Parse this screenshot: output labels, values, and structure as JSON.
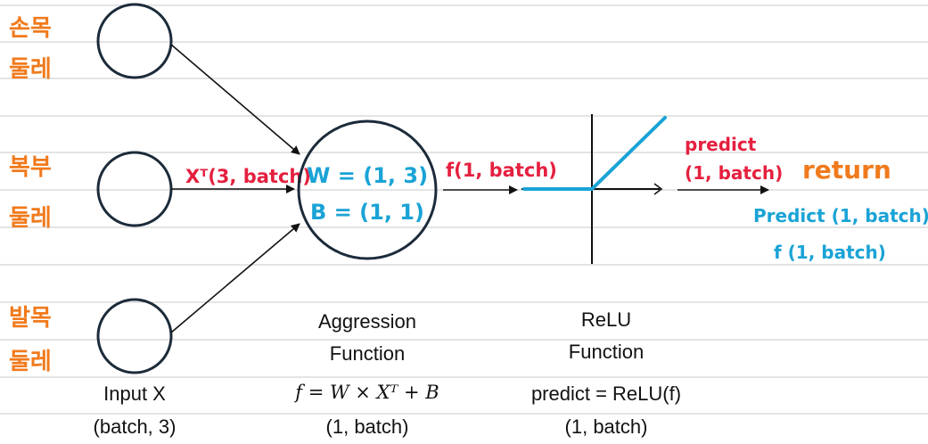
{
  "inputs": [
    {
      "label_line1": "손목",
      "label_line2": "둘레"
    },
    {
      "label_line1": "복부",
      "label_line2": "둘레"
    },
    {
      "label_line1": "발목",
      "label_line2": "둘레"
    }
  ],
  "edge_label_input": "Xᵀ(3, batch)",
  "aggregation_node": {
    "w_text": "W = (1, 3)",
    "b_text": "B = (1, 1)"
  },
  "edge_label_agg": "f(1, batch)",
  "output_label": {
    "line1": "predict",
    "line2": "(1, batch)"
  },
  "return_block": {
    "title": "return",
    "line1": "Predict (1, batch)",
    "line2": "f (1, batch)"
  },
  "captions": {
    "input": {
      "title": "Input X",
      "shape": "(batch, 3)"
    },
    "aggregation": {
      "title_line1": "Aggression",
      "title_line2": "Function",
      "formula": "f = W × Xᵀ + B",
      "shape": "(1, batch)"
    },
    "relu": {
      "title_line1": "ReLU",
      "title_line2": "Function",
      "formula": "predict = ReLU(f)",
      "shape": "(1, batch)"
    }
  },
  "colors": {
    "input_labels": "#f07a1c",
    "edge_labels": "#e5203f",
    "blue_text": "#1aa3d6",
    "ruled_lines": "#c8c8c8",
    "ink": "#1c2b3a"
  }
}
